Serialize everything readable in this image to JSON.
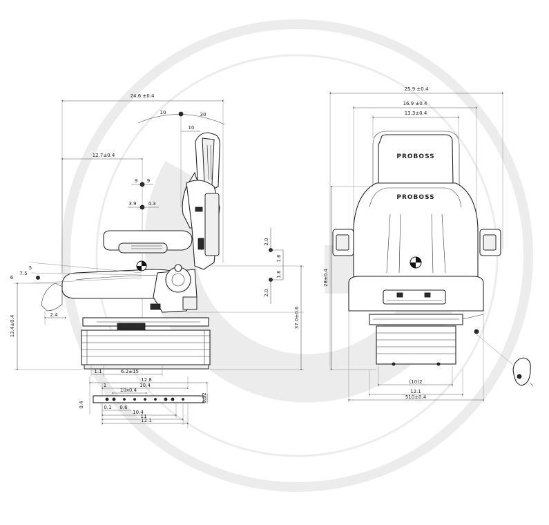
{
  "watermark": {
    "icon": "g-logo-watermark",
    "color": "#e8e8e8"
  },
  "side_view": {
    "overall_width": "24.6 ±0.4",
    "backrest_angles": {
      "left": "10",
      "right": "30",
      "small": "10"
    },
    "seat_ref_width": "12.7±0.4",
    "adjust_top": {
      "left": "9",
      "right": "9"
    },
    "adjust_mid": {
      "left": "3.9",
      "right": "4.3"
    },
    "tilt": {
      "a": "6",
      "b": "7.5",
      "c": "5"
    },
    "base_height": "13.4±0.4",
    "front_offset": "2.4",
    "suspension_height": "37.0±0.6",
    "stroke": {
      "a": "2.0",
      "b": "1.6",
      "c": "1.6",
      "d": "2.0"
    },
    "bottom_left": "1.1",
    "bottom_right": "6.2±15"
  },
  "rail_detail": {
    "w1": "12.8",
    "w2": "10.4",
    "w3": "10x0.4",
    "height": "0.52",
    "left_small": "1",
    "thick": "0.4",
    "o1": "0.1",
    "o2": "0.6",
    "b1": "10.4",
    "b2": "11",
    "b3": "12.1"
  },
  "front_view": {
    "overall_width": "25.9 ±0.4",
    "backrest_width": "16.9 ±0.4",
    "headrest_width": "13.3±0.4",
    "brand_head": "PROBOSS",
    "brand_back": "PROBOSS",
    "seat_height": "28±0.4",
    "base_inner": "(10)2",
    "base_mid": "12.1",
    "base_outer": "510±0.4"
  }
}
